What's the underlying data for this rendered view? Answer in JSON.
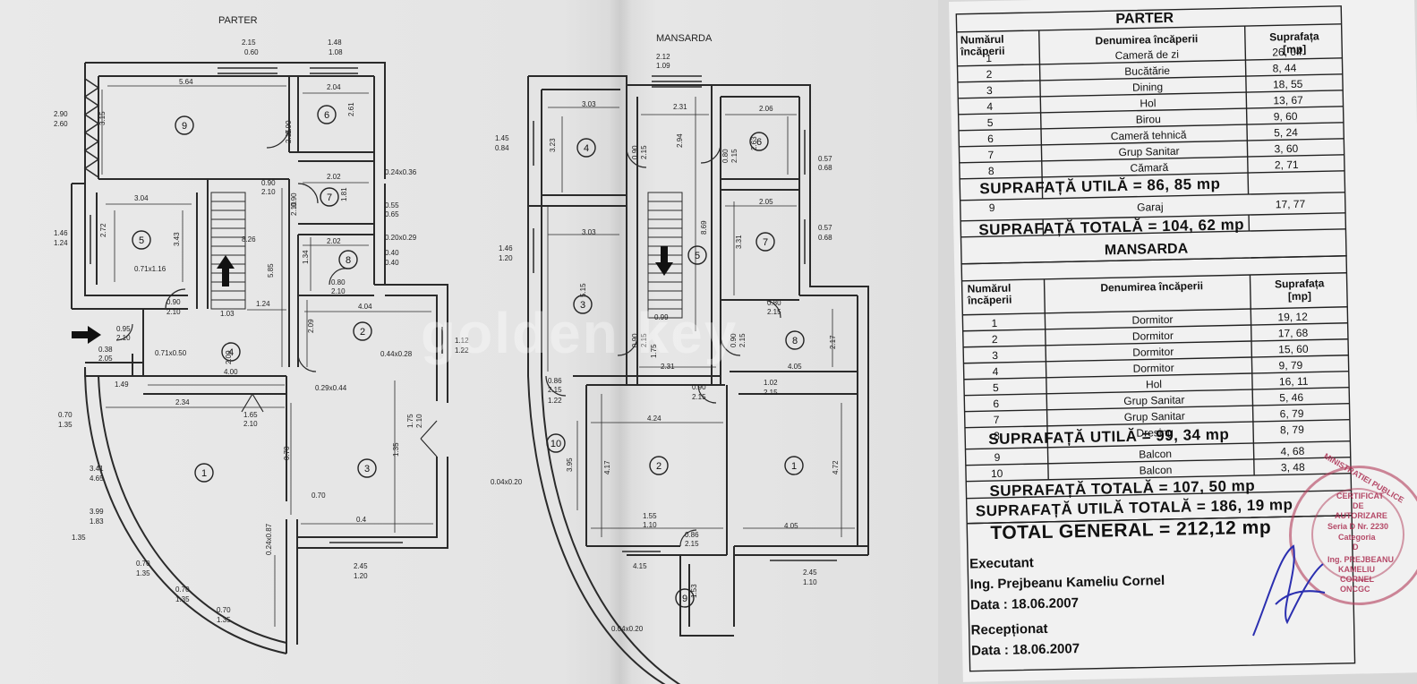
{
  "plans": {
    "parter_title": "PARTER",
    "mansarda_title": "MANSARDA",
    "parter_rooms": [
      "1",
      "2",
      "3",
      "4",
      "5",
      "6",
      "7",
      "8",
      "9"
    ],
    "mansarda_rooms": [
      "1",
      "2",
      "3",
      "4",
      "5",
      "6",
      "7",
      "8",
      "9",
      "10"
    ],
    "parter_dims": [
      "2.15",
      "0.60",
      "1.48",
      "1.08",
      "5.64",
      "2.04",
      "3.15",
      "2.90",
      "2.60",
      "2.61",
      "0.90",
      "2.15",
      "0.24x0.36",
      "0.90",
      "2.10",
      "2.02",
      "1.81",
      "0.55",
      "0.65",
      "3.04",
      "1.46",
      "1.24",
      "2.72",
      "3.43",
      "0.90",
      "2.10",
      "0.20x0.29",
      "8.26",
      "2.02",
      "0.40",
      "0.40",
      "1.34",
      "0.71x1.16",
      "0.80",
      "2.10",
      "5.85",
      "0.90",
      "2.10",
      "1.03",
      "1.24",
      "4.04",
      "0.95",
      "2.10",
      "2.09",
      "1.12",
      "1.22",
      "0.38",
      "2.05",
      "0.71x0.50",
      "2.09",
      "0.44x0.28",
      "4.00",
      "0.29x0.44",
      "1.49",
      "2.34",
      "1.65",
      "2.10",
      "1.75",
      "2.10",
      "0.70",
      "1.35",
      "0.70",
      "1.35",
      "3.41",
      "4.65",
      "0.70",
      "1.35",
      "0.4",
      "0.24x0.87",
      "3.99",
      "1.83",
      "0.70",
      "1.35",
      "0.70",
      "1.35",
      "0.70",
      "1.35",
      "2.45",
      "1.20"
    ],
    "mansarda_dims": [
      "2.12",
      "1.09",
      "3.03",
      "2.31",
      "2.06",
      "1.45",
      "0.84",
      "3.23",
      "0.90",
      "2.15",
      "2.94",
      "0.80",
      "2.15",
      "2.63",
      "0.57",
      "0.68",
      "2.05",
      "3.03",
      "8.69",
      "0.57",
      "0.68",
      "1.46",
      "1.20",
      "3.31",
      "5.15",
      "0.80",
      "2.15",
      "0.99",
      "0.90",
      "2.15",
      "1.75",
      "0.90",
      "2.15",
      "2.17",
      "2.31",
      "4.05",
      "0.86",
      "2.15",
      "0.90",
      "2.15",
      "1.02",
      "2.15",
      "1.22",
      "4.24",
      "3.95",
      "4.17",
      "4.72",
      "0.04x0.20",
      "1.55",
      "1.10",
      "0.86",
      "2.15",
      "4.05",
      "4.15",
      "1.53",
      "2.45",
      "1.10",
      "0.04x0.20"
    ]
  },
  "table": {
    "parter": {
      "title": "PARTER",
      "col_nr": "Numărul încăperii",
      "col_name": "Denumirea încăperii",
      "col_area": "Suprafața [mp]",
      "rows": [
        {
          "nr": "1",
          "name": "Cameră de zi",
          "area": "26, 04"
        },
        {
          "nr": "2",
          "name": "Bucătărie",
          "area": "8, 44"
        },
        {
          "nr": "3",
          "name": "Dining",
          "area": "18, 55"
        },
        {
          "nr": "4",
          "name": "Hol",
          "area": "13, 67"
        },
        {
          "nr": "5",
          "name": "Birou",
          "area": "9, 60"
        },
        {
          "nr": "6",
          "name": "Cameră tehnică",
          "area": "5, 24"
        },
        {
          "nr": "7",
          "name": "Grup Sanitar",
          "area": "3, 60"
        },
        {
          "nr": "8",
          "name": "Cămară",
          "area": "2, 71"
        }
      ],
      "utila": "SUPRAFAȚĂ UTILĂ = 86, 85 mp",
      "extra_rows": [
        {
          "nr": "9",
          "name": "Garaj",
          "area": "17, 77"
        }
      ],
      "totala": "SUPRAFAȚĂ TOTALĂ = 104, 62 mp"
    },
    "mansarda": {
      "title": "MANSARDA",
      "col_nr": "Numărul încăperii",
      "col_name": "Denumirea încăperii",
      "col_area": "Suprafața [mp]",
      "rows": [
        {
          "nr": "1",
          "name": "Dormitor",
          "area": "19, 12"
        },
        {
          "nr": "2",
          "name": "Dormitor",
          "area": "17, 68"
        },
        {
          "nr": "3",
          "name": "Dormitor",
          "area": "15, 60"
        },
        {
          "nr": "4",
          "name": "Dormitor",
          "area": "9, 79"
        },
        {
          "nr": "5",
          "name": "Hol",
          "area": "16, 11"
        },
        {
          "nr": "6",
          "name": "Grup Sanitar",
          "area": "5, 46"
        },
        {
          "nr": "7",
          "name": "Grup Sanitar",
          "area": "6, 79"
        },
        {
          "nr": "8",
          "name": "Dresing",
          "area": "8, 79"
        }
      ],
      "utila": "SUPRAFAȚĂ UTILĂ = 99, 34 mp",
      "extra_rows": [
        {
          "nr": "9",
          "name": "Balcon",
          "area": "4, 68"
        },
        {
          "nr": "10",
          "name": "Balcon",
          "area": "3, 48"
        }
      ],
      "totala": "SUPRAFAȚĂ TOTALĂ = 107, 50 mp"
    },
    "utila_totala": "SUPRAFAȚĂ UTILĂ TOTALĂ = 186, 19 mp",
    "total_general": "TOTAL GENERAL = 212,12 mp",
    "executant_label": "Executant",
    "executant_name": "Ing. Prejbeanu Kameliu Cornel",
    "executant_date": "Data : 18.06.2007",
    "receptionat_label": "Recepționat",
    "receptionat_date": "Data : 18.06.2007"
  },
  "watermark": "golden key",
  "stamp": {
    "ring": "MINISTRATIEI PUBLICE",
    "line1": "CERTIFICAT",
    "line2": "DE",
    "line3": "AUTORIZARE",
    "line4": "Seria D Nr. 2230",
    "line5": "Categoria",
    "line6": "D",
    "line7": "Ing. PREJBEANU",
    "line8": "KAMELIU",
    "line9": "CORNEL",
    "line10": "ONCGC"
  },
  "colors": {
    "ink": "#2a2a2a",
    "paper": "#e6e6e6",
    "stamp": "#b23c5a",
    "signature": "#2b2fb0"
  }
}
